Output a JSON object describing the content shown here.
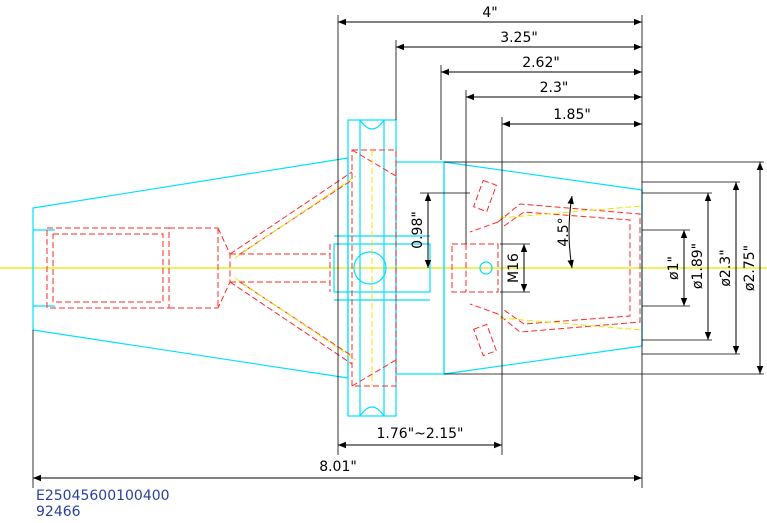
{
  "colors": {
    "body_outline": "#00e0ff",
    "hidden_lines": "#ff2a2a",
    "center_line": "#e8e800",
    "dimension": "#000000",
    "code_text": "#2a3fa0"
  },
  "dimensions": {
    "d_4": "4\"",
    "d_325": "3.25\"",
    "d_262": "2.62\"",
    "d_23": "2.3\"",
    "d_185": "1.85\"",
    "d_098": "0.98\"",
    "d_45": "4.5°",
    "d_m16": "M16",
    "d_dia1": "ø1\"",
    "d_dia189": "ø1.89\"",
    "d_dia23": "ø2.3\"",
    "d_dia275": "ø2.75\"",
    "d_range": "1.76\"~2.15\"",
    "d_801": "8.01\""
  },
  "codes": {
    "part_number": "E25045600100400",
    "item_number": "92466"
  }
}
